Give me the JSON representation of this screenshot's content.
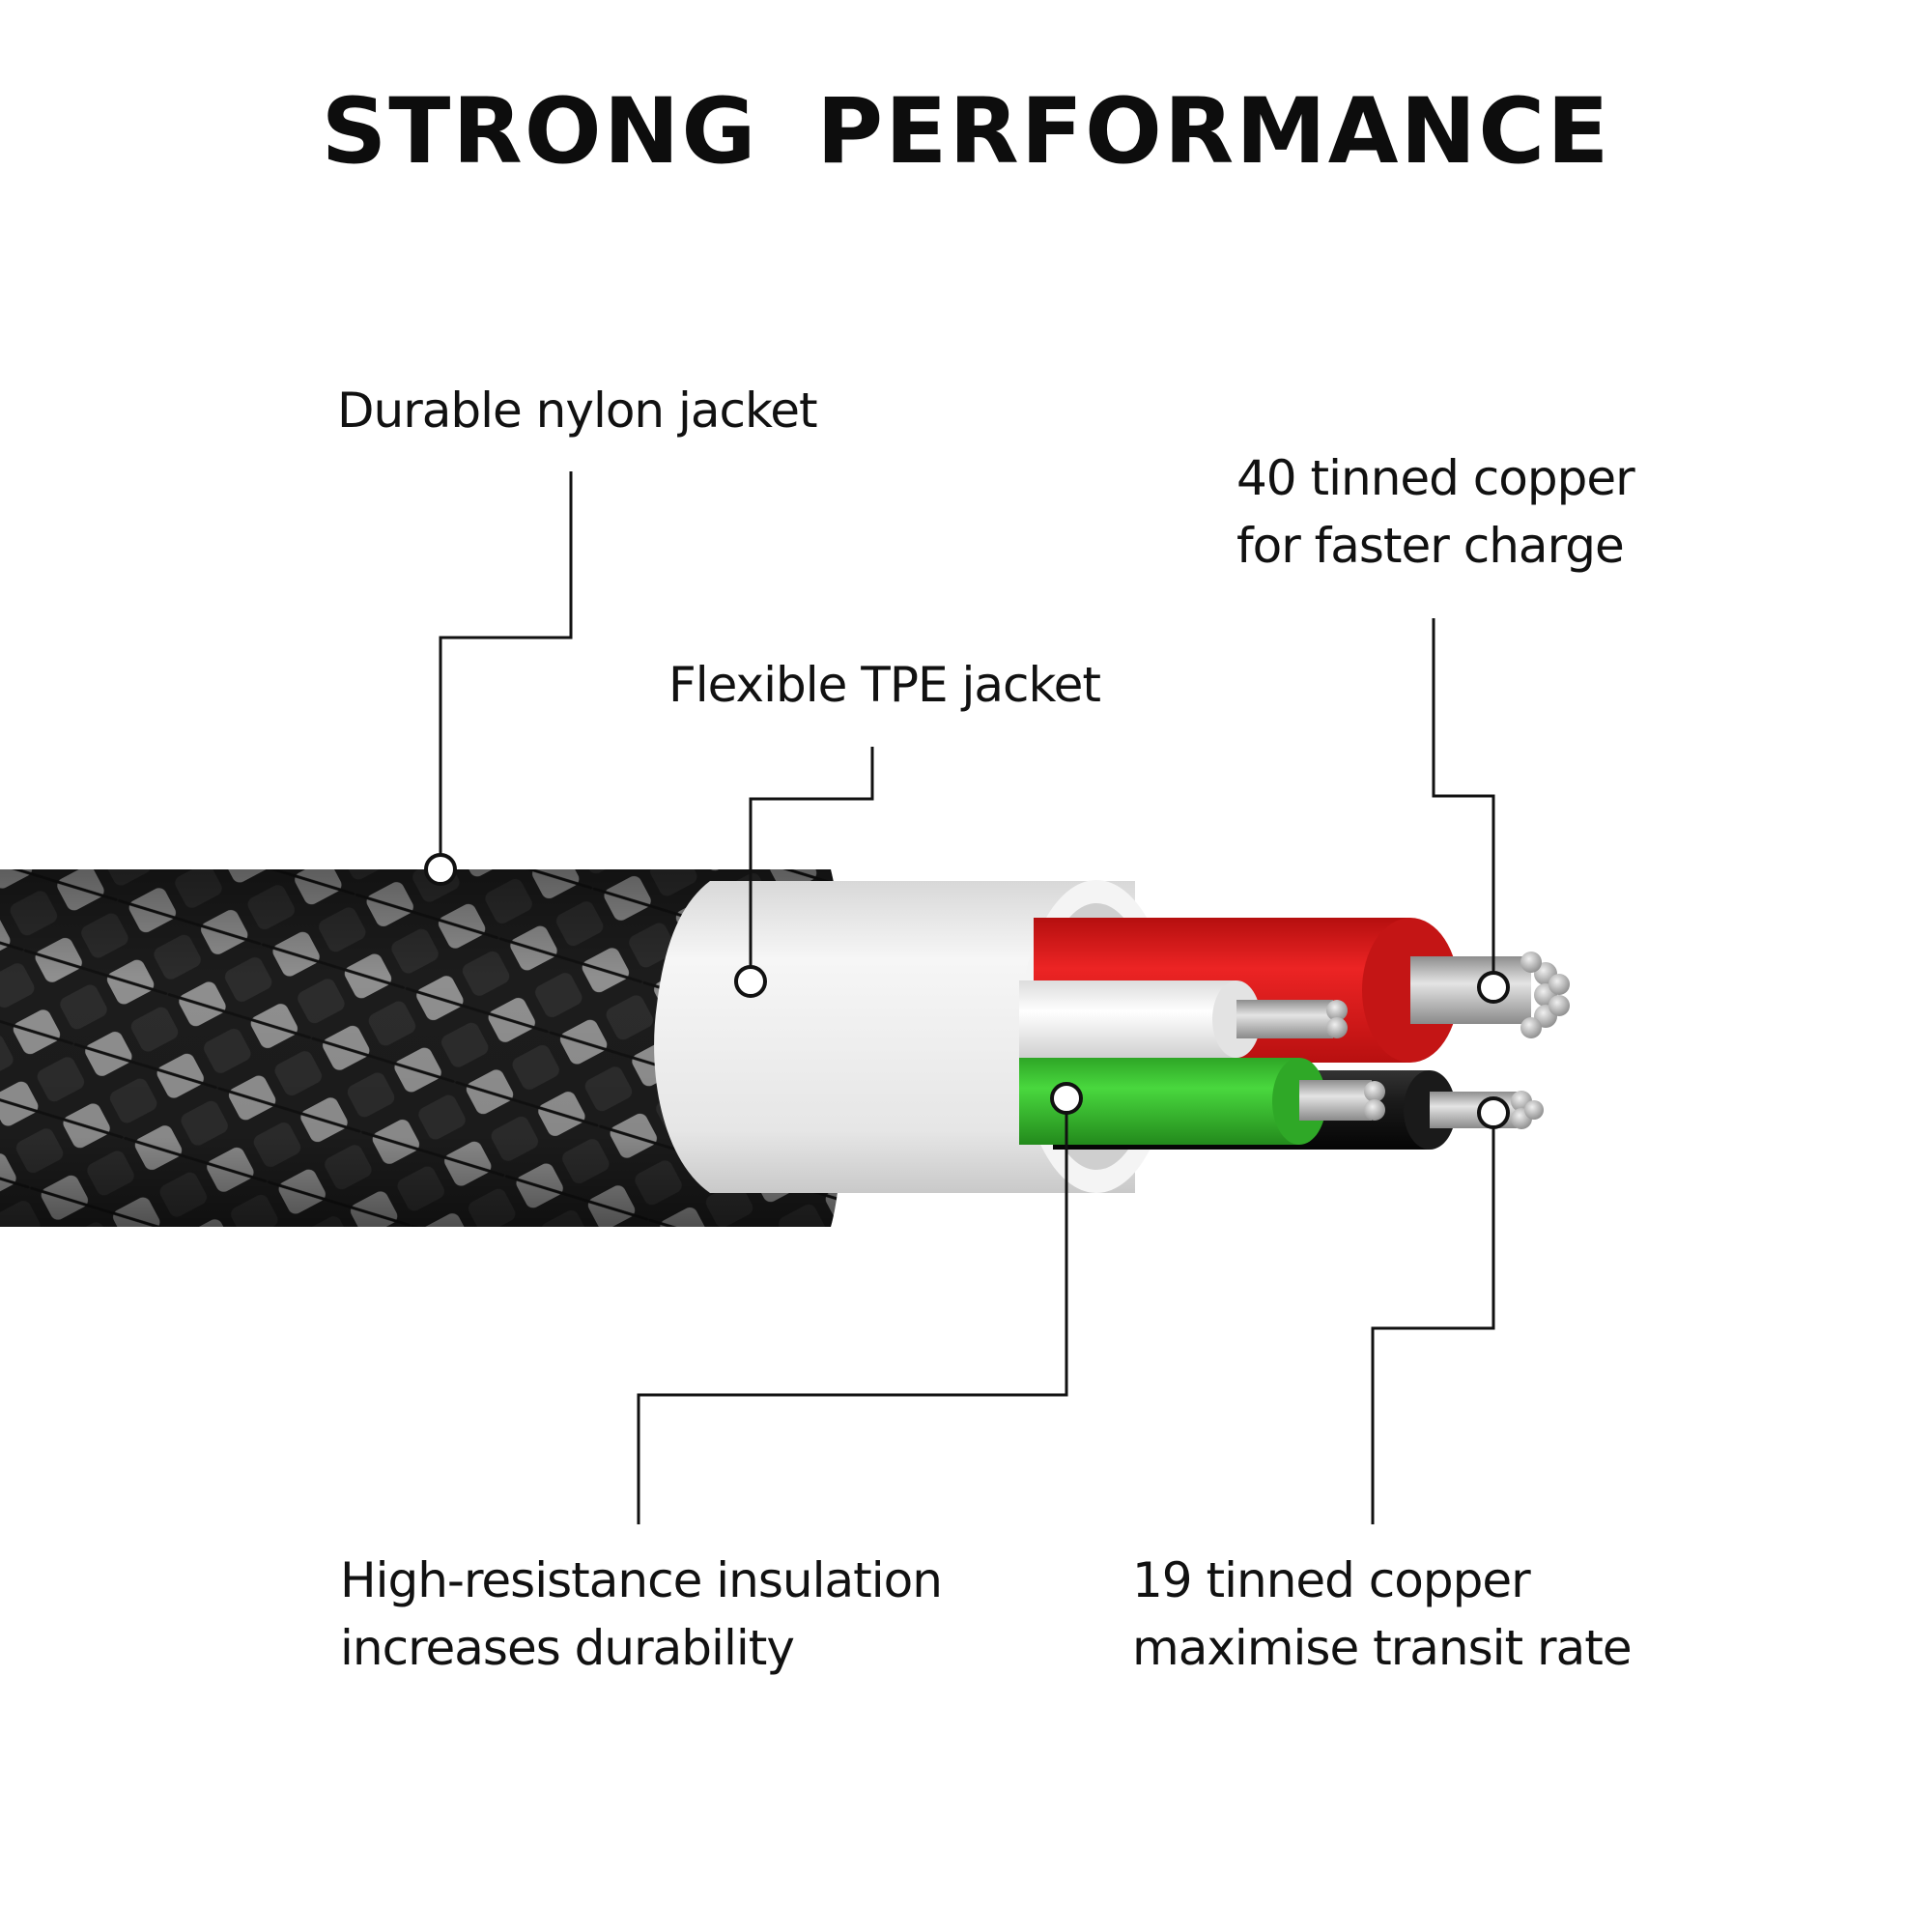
{
  "title": "STRONG  PERFORMANCE",
  "labels": {
    "nylon_jacket": "Durable nylon jacket",
    "tpe_jacket": "Flexible TPE jacket",
    "copper_40_line1": "40 tinned copper",
    "copper_40_line2": "for faster charge",
    "insulation_line1": "High-resistance insulation",
    "insulation_line2": "increases durability",
    "copper_19_line1": "19 tinned copper",
    "copper_19_line2": "maximise transit rate"
  },
  "colors": {
    "braid_dark": "#1c1c1c",
    "braid_light": "#9a9a9a",
    "tpe_white": "#ececec",
    "wire_red": "#e01c1c",
    "wire_white": "#f2f2f2",
    "wire_green": "#37c72e",
    "wire_black": "#1a1a1a",
    "copper_strands": "#b9b9b9",
    "leader_line": "#111111"
  }
}
